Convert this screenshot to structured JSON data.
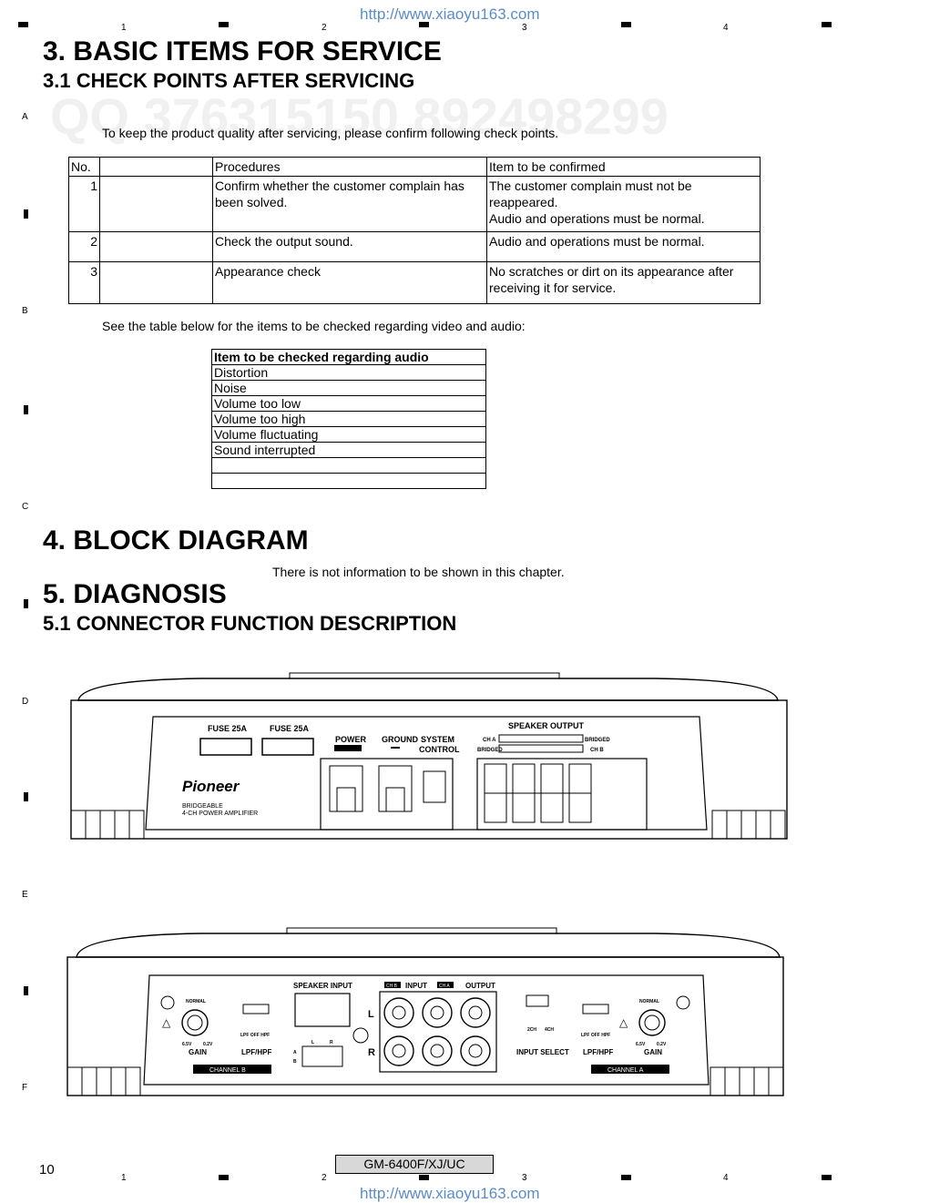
{
  "watermark": {
    "url_top": "http://www.xiaoyu163.com",
    "url_bottom": "http://www.xiaoyu163.com"
  },
  "ruler": {
    "cols": [
      "1",
      "2",
      "3",
      "4"
    ],
    "rows": [
      "A",
      "B",
      "C",
      "D",
      "E",
      "F"
    ]
  },
  "section3": {
    "title": "3. BASIC ITEMS FOR SERVICE",
    "sub": "3.1  CHECK POINTS AFTER SERVICING",
    "intro": "To keep the product quality after servicing, please confirm following check points.",
    "table": {
      "headers": [
        "No.",
        "",
        "Procedures",
        "Item to be confirmed"
      ],
      "rows": [
        {
          "no": "1",
          "procedure": "Confirm whether the customer complain has been solved.",
          "confirm": [
            "The customer complain must not be reappeared.",
            "Audio and operations must be normal."
          ]
        },
        {
          "no": "2",
          "procedure": "Check the output sound.",
          "confirm": [
            "Audio and operations must be normal."
          ]
        },
        {
          "no": "3",
          "procedure": "Appearance check",
          "confirm": [
            "No scratches or dirt on its appearance after receiving it for service."
          ]
        }
      ]
    },
    "see_below": "See the table below for the items to be checked regarding video and audio:",
    "audio_table": {
      "header": "Item to be checked regarding audio",
      "items": [
        "Distortion",
        "Noise",
        "Volume too low",
        "Volume too high",
        "Volume fluctuating",
        "Sound interrupted",
        "",
        ""
      ]
    }
  },
  "section4": {
    "title": "4. BLOCK DIAGRAM",
    "note": "There is not information to be shown in this chapter."
  },
  "section5": {
    "title": "5. DIAGNOSIS",
    "sub": "5.1  CONNECTOR FUNCTION DESCRIPTION"
  },
  "amp_front": {
    "fuse1": "FUSE 25A",
    "fuse2": "FUSE 25A",
    "power": "POWER",
    "ground": "GROUND",
    "system": "SYSTEM",
    "control": "CONTROL",
    "speaker_output": "SPEAKER OUTPUT",
    "cha": "CH A",
    "chb": "CH B",
    "bridged": "BRIDGED",
    "brand": "Pioneer",
    "model_line1": "BRIDGEABLE",
    "model_line2": "4-CH POWER AMPLIFIER"
  },
  "amp_rear": {
    "normal": "NORMAL",
    "gain": "GAIN",
    "v1": "6.5V",
    "v2": "0.2V",
    "lpfhpf": "LPF/HPF",
    "lpf_opts": "LPF OFF HPF",
    "speaker_input": "SPEAKER INPUT",
    "input": "INPUT",
    "ch_b": "CH B",
    "ch_a": "CH A",
    "output": "OUTPUT",
    "l": "L",
    "r": "R",
    "input_select": "INPUT SELECT",
    "two_ch": "2CH",
    "four_ch": "4CH",
    "channel_b": "CHANNEL B",
    "channel_a": "CHANNEL A",
    "a": "A",
    "b": "B"
  },
  "footer": {
    "page": "10",
    "model": "GM-6400F/XJ/UC"
  }
}
